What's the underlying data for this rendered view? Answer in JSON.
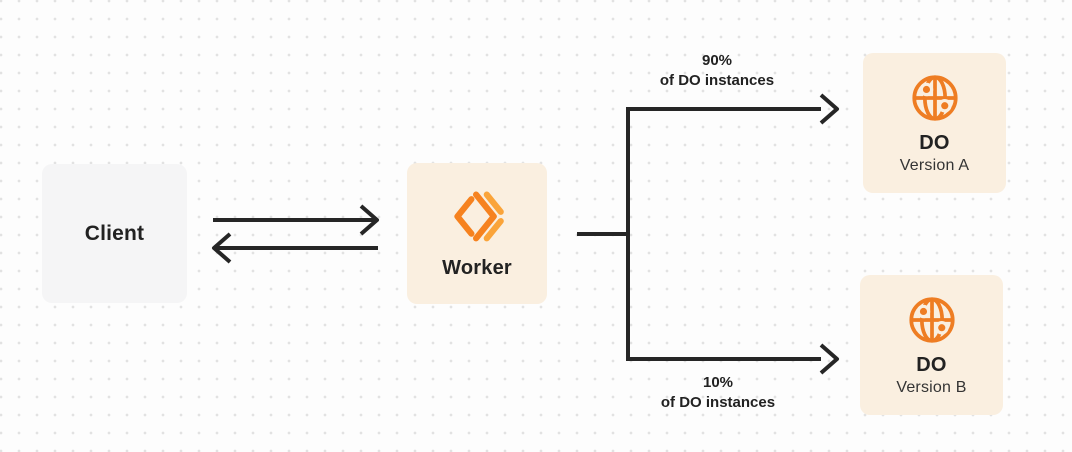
{
  "theme": {
    "accent_orange": "#F6821F",
    "accent_orange_deep": "#EE7D23",
    "accent_orange_light": "#FAA43A",
    "node_cream_bg": "#FAEFE0",
    "node_gray_bg": "#F5F5F6",
    "line_color": "#262626",
    "text_dark": "#222222",
    "text_secondary": "#343434",
    "dot_color": "#E2E2E2",
    "canvas_bg": "#FDFDFD"
  },
  "nodes": {
    "client": {
      "label": "Client"
    },
    "worker": {
      "label": "Worker",
      "icon": "workers-icon"
    },
    "do_a": {
      "title": "DO",
      "subtitle": "Version A",
      "icon": "globe-icon"
    },
    "do_b": {
      "title": "DO",
      "subtitle": "Version B",
      "icon": "globe-icon"
    }
  },
  "edges": {
    "client_worker": {
      "type": "bidirectional-arrows"
    },
    "top_branch": {
      "percent": "90%",
      "caption": "of DO instances"
    },
    "bottom_branch": {
      "percent": "10%",
      "caption": "of DO instances"
    }
  }
}
